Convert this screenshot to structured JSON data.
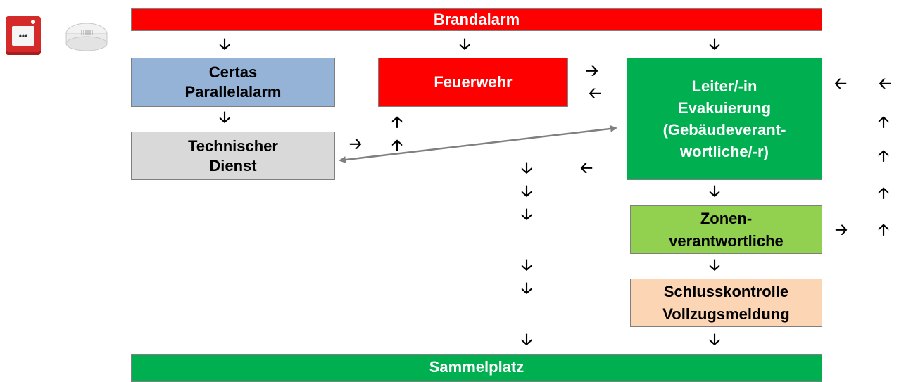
{
  "boxes": {
    "brandalarm": "Brandalarm",
    "certas": [
      "Certas",
      "Parallelalarm"
    ],
    "feuerwehr": "Feuerwehr",
    "leiter": [
      "Leiter/-in",
      "Evakuierung",
      "(Gebäudeverant-",
      "wortliche/-r)"
    ],
    "technischer": [
      "Technischer",
      "Dienst"
    ],
    "zonen": [
      "Zonen-",
      "verantwortliche"
    ],
    "schluss": [
      "Schlusskontrolle",
      "Vollzugsmeldung"
    ],
    "sammelplatz": "Sammelplatz"
  },
  "arrows": {
    "down": "🡣",
    "up": "🡡",
    "right": "🡢",
    "left": "🡠"
  },
  "colors": {
    "red": "#ff0000",
    "blue": "#95b3d7",
    "green": "#00b050",
    "gray": "#d9d9d9",
    "lightgreen": "#92d050",
    "peach": "#fcd5b4",
    "connector": "#808080"
  },
  "icons": [
    "fire-alarm-call-point-icon",
    "smoke-detector-icon"
  ]
}
